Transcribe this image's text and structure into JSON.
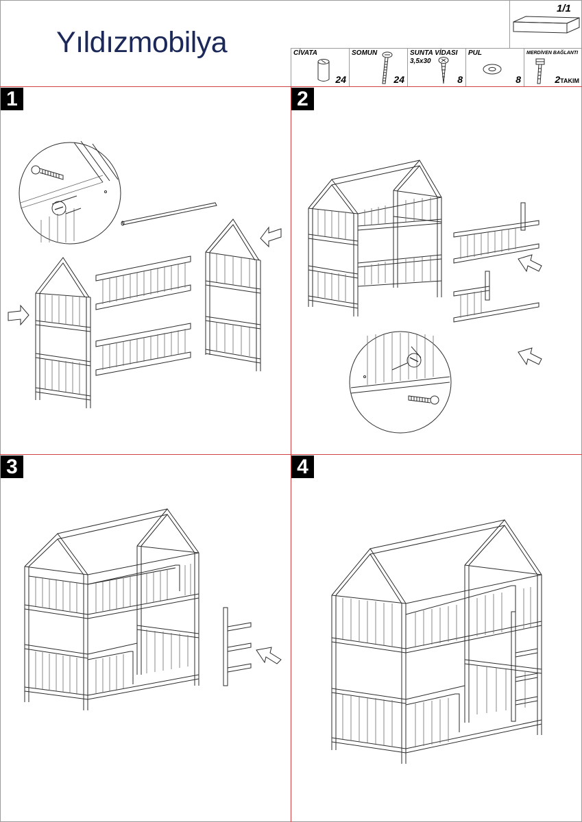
{
  "brand": "Yıldızmobilya",
  "page_number": "1/1",
  "hardware": [
    {
      "name": "CİVATA",
      "sub": "",
      "qty": "24",
      "unit": "",
      "icon": "barrel-nut-icon"
    },
    {
      "name": "SOMUN",
      "sub": "",
      "qty": "24",
      "unit": "",
      "icon": "bolt-icon"
    },
    {
      "name": "SUNTA VİDASI",
      "sub": "3,5x30",
      "qty": "8",
      "unit": "",
      "icon": "wood-screw-icon"
    },
    {
      "name": "PUL",
      "sub": "",
      "qty": "8",
      "unit": "",
      "icon": "washer-icon"
    },
    {
      "name": "MERDİVEN BAĞLANTI",
      "sub": "",
      "qty": "2",
      "unit": "TAKIM",
      "icon": "ladder-bolt-icon"
    }
  ],
  "steps": [
    "1",
    "2",
    "3",
    "4"
  ]
}
